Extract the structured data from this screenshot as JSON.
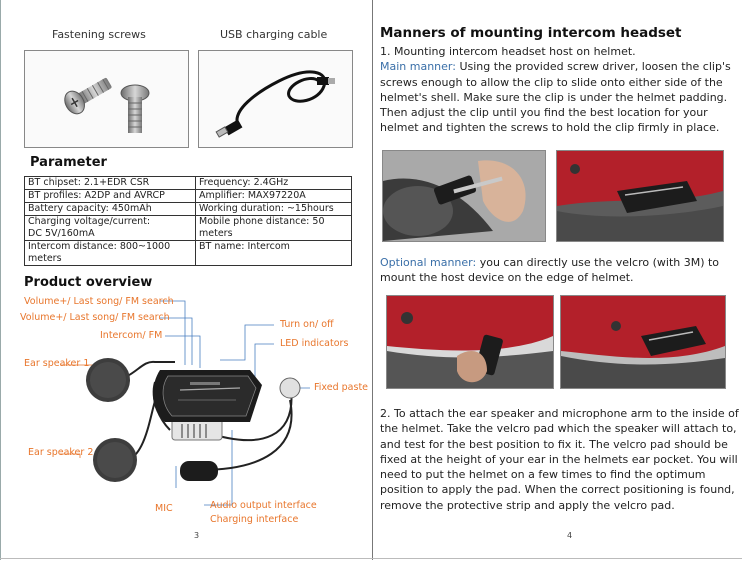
{
  "left_page": {
    "captions": {
      "screws": "Fastening screws",
      "cable": "USB charging cable"
    },
    "parameter": {
      "title": "Parameter",
      "rows": [
        [
          "BT chipset: 2.1+EDR CSR",
          "Frequency: 2.4GHz"
        ],
        [
          "BT profiles: A2DP and AVRCP",
          "Amplifier: MAX97220A"
        ],
        [
          "Battery capacity: 450mAh",
          "Working duration: ~15hours"
        ],
        [
          "Charging voltage/current:",
          "Mobile phone distance: 50 meters"
        ],
        [
          "DC 5V/160mA",
          ""
        ],
        [
          "Intercom distance: 800~1000 meters",
          "BT name: Intercom"
        ]
      ]
    },
    "overview": {
      "title": "Product overview",
      "labels": {
        "volume1": "Volume+/ Last song/ FM search",
        "volume2": "Volume+/ Last song/ FM search",
        "intercom": "Intercom/ FM",
        "ear1": "Ear speaker 1",
        "ear2": "Ear speaker 2",
        "turn": "Turn on/ off",
        "led": "LED indicators",
        "fixed": "Fixed paste",
        "mic": "MIC",
        "audio": "Audio output interface",
        "charging": "Charging interface"
      }
    },
    "page_number": "3"
  },
  "right_page": {
    "title": "Manners of mounting intercom headset",
    "step1_heading": "1. Mounting intercom headset host on helmet.",
    "main_label": "Main manner:",
    "main_text": " Using the provided screw driver, loosen the clip's screws enough to allow the clip to slide onto either side of the helmet's shell. Make sure the clip is under the helmet padding. Then adjust the clip until you find the best location for your helmet and tighten the screws to hold the clip firmly in place.",
    "optional_label": "Optional manner:",
    "optional_text": " you can directly use the velcro (with 3M) to mount the host device on the edge of helmet.",
    "step2_text": "2. To attach the ear speaker and microphone arm to the inside of the helmet. Take the velcro pad which the speaker will attach to, and test for the best position to fix it. The velcro pad should be fixed at the height of your ear in the helmets ear pocket. You will need to put the helmet on a few times to find the optimum position to apply the pad. When the correct positioning is found, remove the protective strip and apply the velcro pad.",
    "page_number": "4"
  },
  "colors": {
    "accent_orange": "#e8762c",
    "accent_blue": "#3a6fa8",
    "helmet_red": "#b3202a"
  }
}
